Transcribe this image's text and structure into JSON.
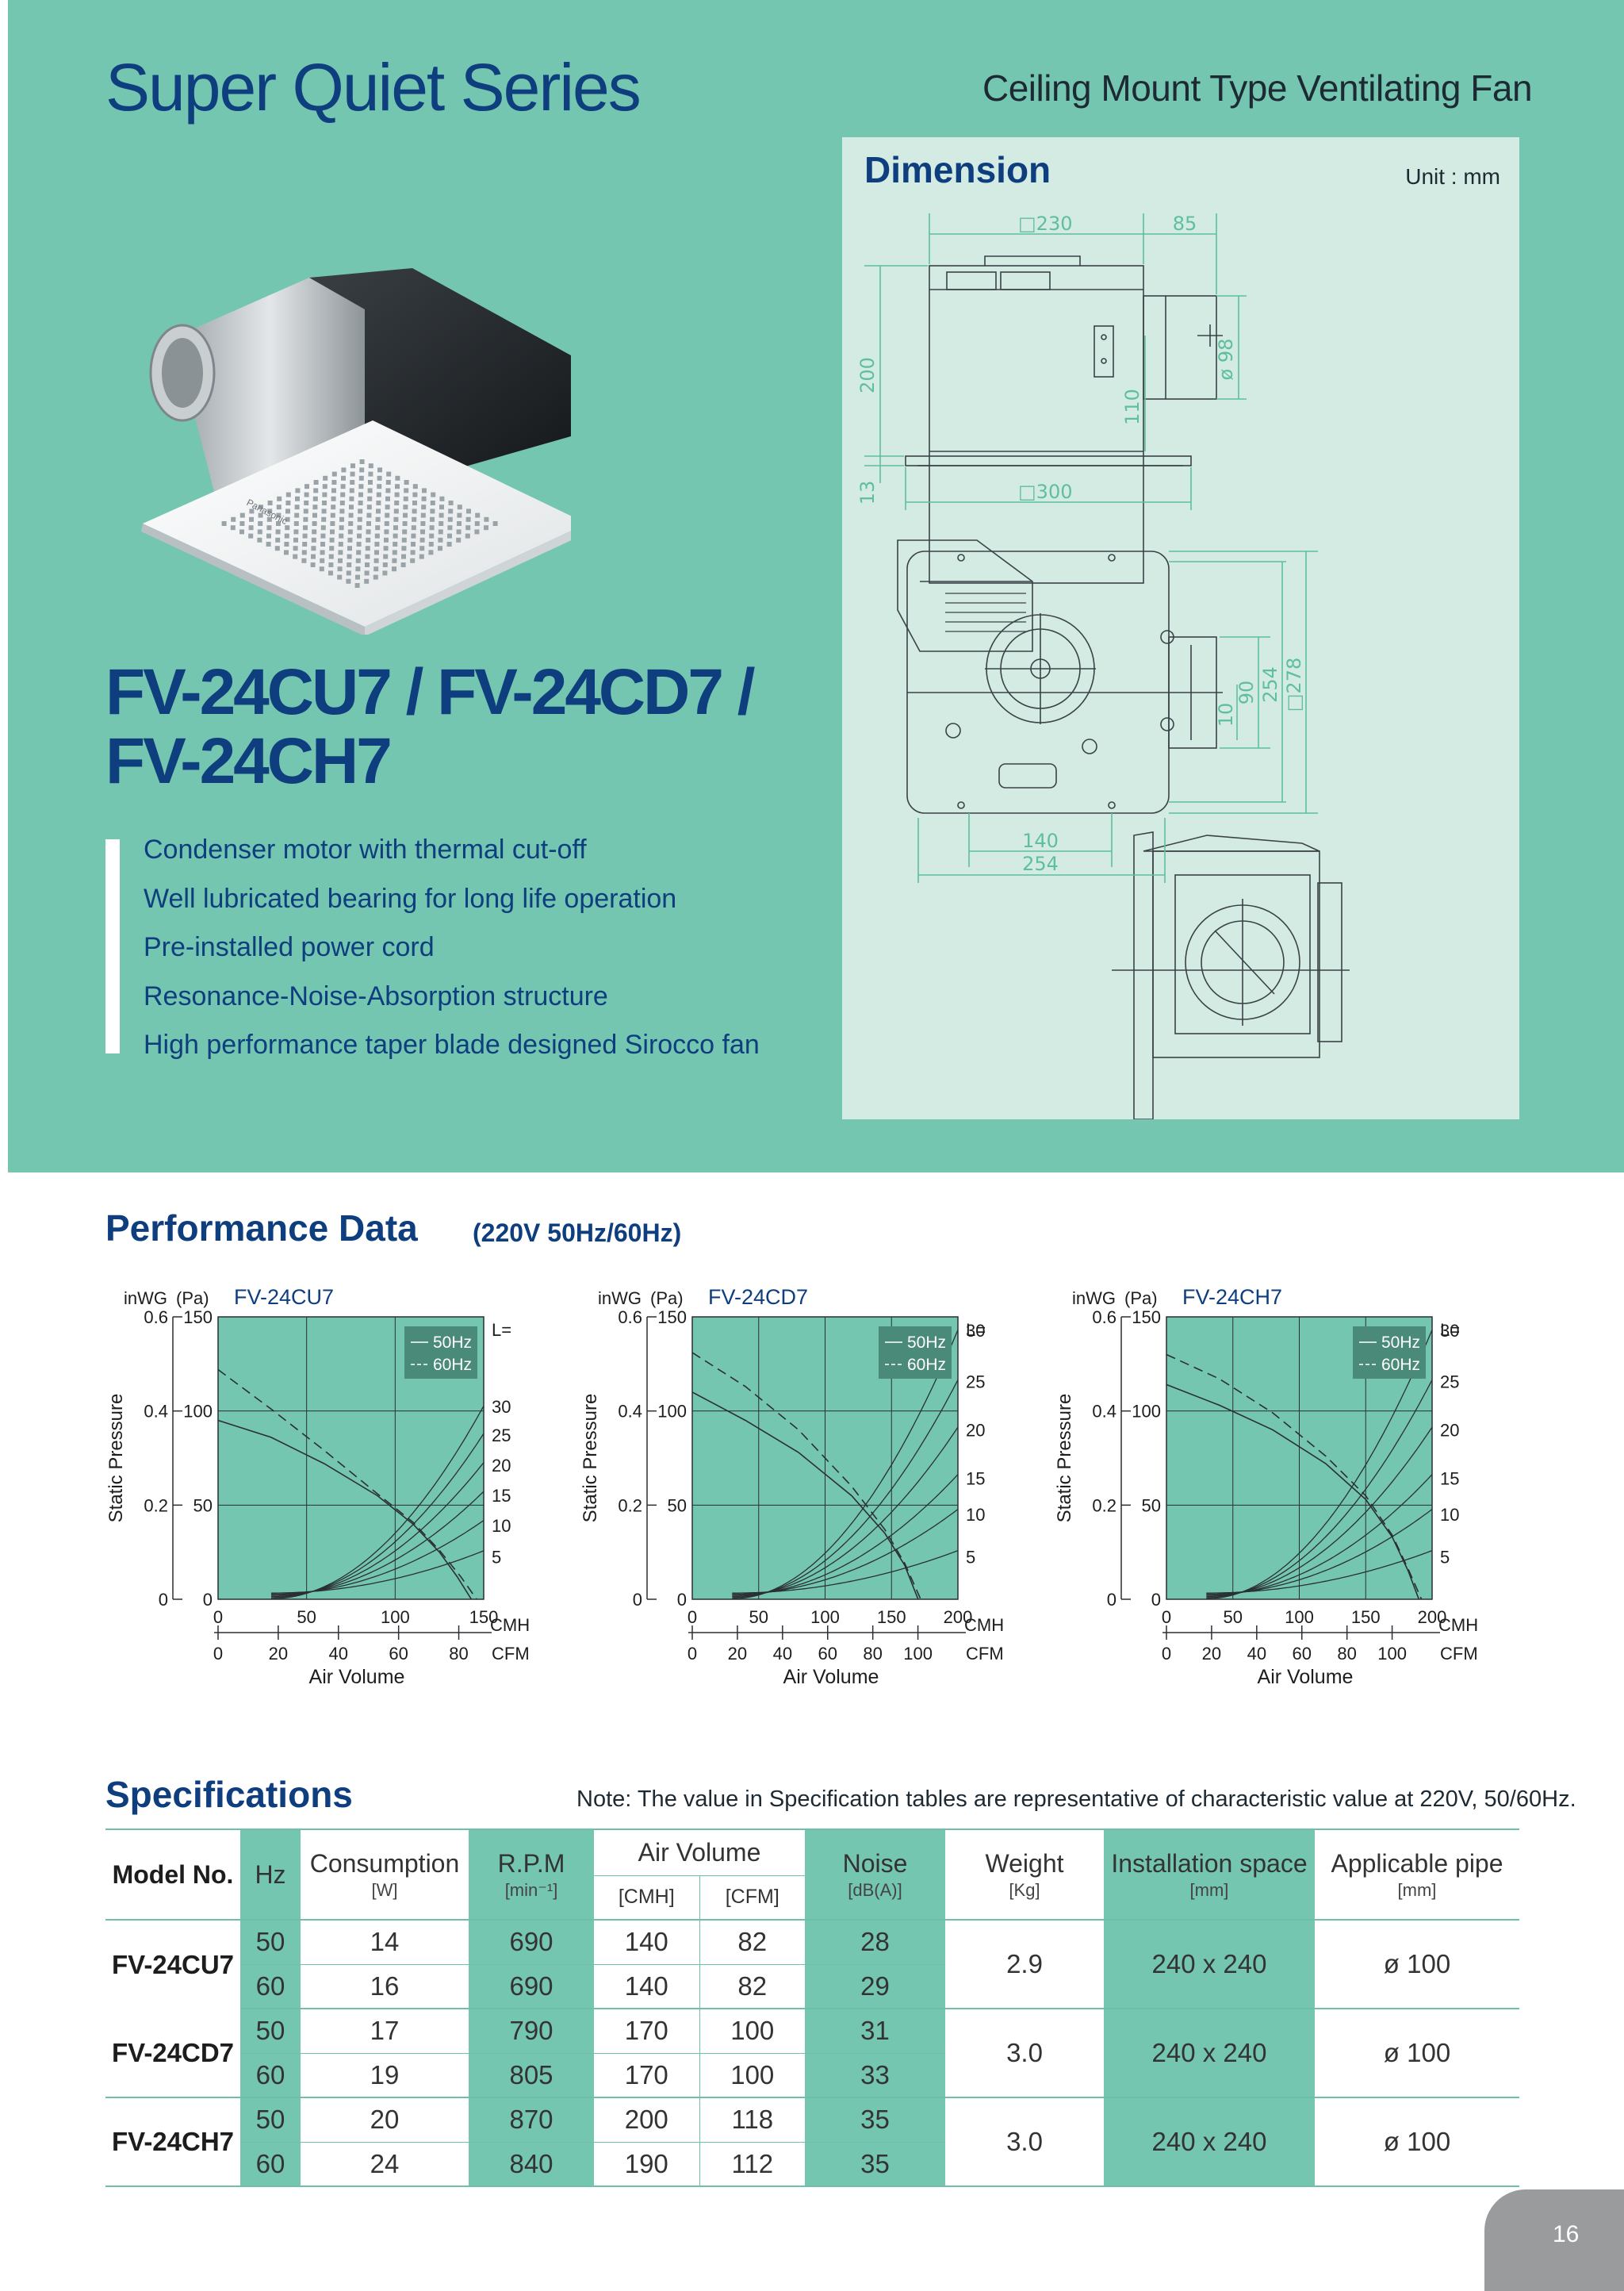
{
  "header": {
    "series_title": "Super Quiet Series",
    "series_subtitle": "Ceiling Mount Type Ventilating Fan"
  },
  "product": {
    "model_line1": "FV-24CU7 / FV-24CD7 /",
    "model_line2": "FV-24CH7",
    "brand_on_grille": "Panasonic",
    "features": [
      "Condenser motor with thermal cut-off",
      "Well lubricated bearing for long life operation",
      "Pre-installed power cord",
      "Resonance-Noise-Absorption structure",
      "High performance taper blade designed Sirocco fan"
    ]
  },
  "dimension": {
    "title": "Dimension",
    "unit": "Unit : mm",
    "labels": {
      "top_width": "□230",
      "side_offset": "85",
      "height_total": "200",
      "height_lower": "110",
      "duct_diameter": "ø 98",
      "grille_thickness": "13",
      "grille_width": "□300",
      "plan_a": "10",
      "plan_b": "90",
      "plan_c": "254",
      "plan_d": "□278",
      "bottom_a": "140",
      "bottom_b": "254"
    }
  },
  "performance": {
    "title": "Performance Data",
    "subtitle": "(220V 50Hz/60Hz)"
  },
  "chart_data": [
    {
      "type": "line",
      "title": "FV-24CU7",
      "xlabel": "Air Volume",
      "ylabel": "Static Pressure",
      "x_unit": "CMH",
      "x2_unit": "CFM",
      "y_unit": "(Pa)",
      "y2_unit": "inWG",
      "xlim": [
        0,
        150
      ],
      "ylim": [
        0,
        150
      ],
      "x_ticks": [
        "0",
        "50",
        "100",
        "150"
      ],
      "y_ticks": [
        "0",
        "50",
        "100",
        "150"
      ],
      "cfm_ticks": [
        "0",
        "20",
        "40",
        "60",
        "80"
      ],
      "inwg_ticks": [
        "0",
        "0.2",
        "0.4",
        "0.6"
      ],
      "legend": {
        "items": [
          "50Hz",
          "60Hz"
        ],
        "placement": "top-right"
      },
      "duct_label": "L=",
      "duct_curves": [
        {
          "label": "30",
          "coef": 0.00711
        },
        {
          "label": "25",
          "coef": 0.00605
        },
        {
          "label": "20",
          "coef": 0.00494
        },
        {
          "label": "15",
          "coef": 0.00383
        },
        {
          "label": "10",
          "coef": 0.00272
        },
        {
          "label": "5",
          "coef": 0.00156
        }
      ],
      "series": [
        {
          "name": "50Hz",
          "x": [
            0,
            30,
            60,
            90,
            110,
            125,
            135,
            143
          ],
          "y": [
            95,
            86,
            72,
            55,
            40,
            25,
            12,
            0
          ]
        },
        {
          "name": "60Hz",
          "x": [
            0,
            30,
            60,
            90,
            110,
            125,
            137,
            146
          ],
          "y": [
            122,
            101,
            79,
            56,
            41,
            26,
            12,
            0
          ]
        }
      ]
    },
    {
      "type": "line",
      "title": "FV-24CD7",
      "xlabel": "Air Volume",
      "ylabel": "Static Pressure",
      "x_unit": "CMH",
      "x2_unit": "CFM",
      "y_unit": "(Pa)",
      "y2_unit": "inWG",
      "xlim": [
        0,
        200
      ],
      "ylim": [
        0,
        150
      ],
      "x_ticks": [
        "0",
        "50",
        "100",
        "150",
        "200"
      ],
      "y_ticks": [
        "0",
        "50",
        "100",
        "150"
      ],
      "cfm_ticks": [
        "0",
        "20",
        "40",
        "60",
        "80",
        "100"
      ],
      "inwg_ticks": [
        "0",
        "0.2",
        "0.4",
        "0.6"
      ],
      "legend": {
        "items": [
          "50Hz",
          "60Hz"
        ],
        "placement": "top-right"
      },
      "duct_label": "L=",
      "duct_curves": [
        {
          "label": "30",
          "coef": 0.00494
        },
        {
          "label": "25",
          "coef": 0.004
        },
        {
          "label": "20",
          "coef": 0.00311
        },
        {
          "label": "15",
          "coef": 0.00222
        },
        {
          "label": "10",
          "coef": 0.00156
        },
        {
          "label": "5",
          "coef": 0.00078
        }
      ],
      "series": [
        {
          "name": "50Hz",
          "x": [
            0,
            40,
            80,
            120,
            145,
            160,
            170
          ],
          "y": [
            110,
            95,
            78,
            55,
            35,
            18,
            0
          ]
        },
        {
          "name": "60Hz",
          "x": [
            0,
            40,
            80,
            120,
            145,
            160,
            172
          ],
          "y": [
            131,
            113,
            90,
            60,
            37,
            19,
            0
          ]
        }
      ]
    },
    {
      "type": "line",
      "title": "FV-24CH7",
      "xlabel": "Air Volume",
      "ylabel": "Static Pressure",
      "x_unit": "CMH",
      "x2_unit": "CFM",
      "y_unit": "(Pa)",
      "y2_unit": "inWG",
      "xlim": [
        0,
        200
      ],
      "ylim": [
        0,
        150
      ],
      "x_ticks": [
        "0",
        "50",
        "100",
        "150",
        "200"
      ],
      "y_ticks": [
        "0",
        "50",
        "100",
        "150"
      ],
      "cfm_ticks": [
        "0",
        "20",
        "40",
        "60",
        "80",
        "100"
      ],
      "inwg_ticks": [
        "0",
        "0.2",
        "0.4",
        "0.6"
      ],
      "legend": {
        "items": [
          "50Hz",
          "60Hz"
        ],
        "placement": "top-right"
      },
      "duct_label": "L=",
      "duct_curves": [
        {
          "label": "30",
          "coef": 0.00494
        },
        {
          "label": "25",
          "coef": 0.004
        },
        {
          "label": "20",
          "coef": 0.00311
        },
        {
          "label": "15",
          "coef": 0.00222
        },
        {
          "label": "10",
          "coef": 0.00156
        },
        {
          "label": "5",
          "coef": 0.00078
        }
      ],
      "series": [
        {
          "name": "50Hz",
          "x": [
            0,
            40,
            80,
            120,
            150,
            170,
            182,
            190
          ],
          "y": [
            114,
            103,
            90,
            72,
            53,
            33,
            15,
            0
          ]
        },
        {
          "name": "60Hz",
          "x": [
            0,
            40,
            80,
            120,
            150,
            170,
            182,
            192
          ],
          "y": [
            130,
            117,
            99,
            76,
            55,
            34,
            16,
            0
          ]
        }
      ]
    }
  ],
  "specifications": {
    "title": "Specifications",
    "note": "Note: The value in Specification tables are representative of characteristic value at 220V, 50/60Hz.",
    "headers": {
      "model": "Model No.",
      "hz": "Hz",
      "consumption": "Consumption",
      "consumption_unit": "[W]",
      "rpm": "R.P.M",
      "rpm_unit": "[min⁻¹]",
      "air_volume": "Air Volume",
      "cmh": "[CMH]",
      "cfm": "[CFM]",
      "noise": "Noise",
      "noise_unit": "[dB(A)]",
      "weight": "Weight",
      "weight_unit": "[Kg]",
      "install": "Installation space",
      "install_unit": "[mm]",
      "pipe": "Applicable pipe",
      "pipe_unit": "[mm]"
    },
    "models": [
      {
        "model": "FV-24CU7",
        "weight": "2.9",
        "install": "240 x 240",
        "pipe": "ø 100",
        "rows": [
          {
            "hz": "50",
            "w": "14",
            "rpm": "690",
            "cmh": "140",
            "cfm": "82",
            "noise": "28"
          },
          {
            "hz": "60",
            "w": "16",
            "rpm": "690",
            "cmh": "140",
            "cfm": "82",
            "noise": "29"
          }
        ]
      },
      {
        "model": "FV-24CD7",
        "weight": "3.0",
        "install": "240 x 240",
        "pipe": "ø 100",
        "rows": [
          {
            "hz": "50",
            "w": "17",
            "rpm": "790",
            "cmh": "170",
            "cfm": "100",
            "noise": "31"
          },
          {
            "hz": "60",
            "w": "19",
            "rpm": "805",
            "cmh": "170",
            "cfm": "100",
            "noise": "33"
          }
        ]
      },
      {
        "model": "FV-24CH7",
        "weight": "3.0",
        "install": "240 x 240",
        "pipe": "ø 100",
        "rows": [
          {
            "hz": "50",
            "w": "20",
            "rpm": "870",
            "cmh": "200",
            "cfm": "118",
            "noise": "35"
          },
          {
            "hz": "60",
            "w": "24",
            "rpm": "840",
            "cmh": "190",
            "cfm": "112",
            "noise": "35"
          }
        ]
      }
    ]
  },
  "page": {
    "number": "16"
  }
}
